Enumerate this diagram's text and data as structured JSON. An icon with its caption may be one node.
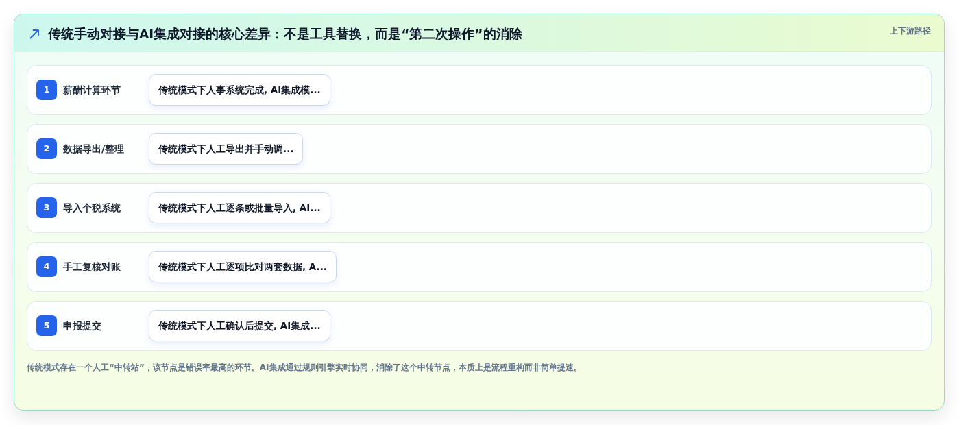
{
  "diagram": {
    "title": "传统手动对接与AI集成对接的核心差异：不是工具替换，而是“第二次操作”的消除",
    "caption": "传统模式存在一个人工“中转站”，该节点是错误率最高的环节。AI集成通过规则引擎实时协同，消除了这个中转节点，本质上是流程重构而非简单提速。",
    "nodes": [
      {
        "text": [
          "薪酬计算环节"
        ]
      },
      {
        "text": [
          "1"
        ],
        "in": 0
      },
      {
        "text": [
          "传统模式下人事系统完成, AI集成模..."
        ],
        "in": 0
      },
      {
        "text": [
          "数据导出/整理"
        ]
      },
      {
        "text": [
          "2"
        ],
        "in": 3
      },
      {
        "text": [
          "传统模式下人工导出并手动调..."
        ],
        "in": 3
      },
      {
        "text": [
          "导入个税系统"
        ]
      },
      {
        "text": [
          "3"
        ],
        "in": 6
      },
      {
        "text": [
          "传统模式下人工逐条或批量导入, AI..."
        ],
        "in": 6
      },
      {
        "text": [
          "手工复核对账"
        ]
      },
      {
        "text": [
          "4"
        ],
        "in": 9
      },
      {
        "text": [
          "传统模式下人工逐项比对两套数据, A..."
        ],
        "in": 9
      },
      {
        "text": [
          "申报提交"
        ]
      },
      {
        "text": [
          "5"
        ],
        "in": 12
      },
      {
        "text": [
          "传统模式下人工确认后提交, AI集成..."
        ],
        "in": 12
      }
    ],
    "labels": [
      "上下游路径"
    ]
  }
}
